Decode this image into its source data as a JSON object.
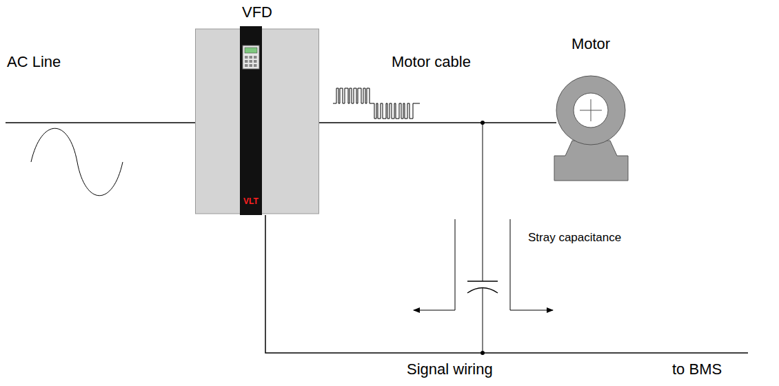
{
  "diagram": {
    "nodes": [
      {
        "text": [
          "VFD",
          "VLT"
        ]
      },
      {
        "text": [
          "Motor"
        ]
      }
    ],
    "edges": [
      {
        "from": 0,
        "to": 1,
        "arrow": "none",
        "label": "Motor cable"
      }
    ],
    "labels": [
      "AC Line",
      "Stray capacitance",
      "Signal wiring",
      "to BMS"
    ]
  }
}
